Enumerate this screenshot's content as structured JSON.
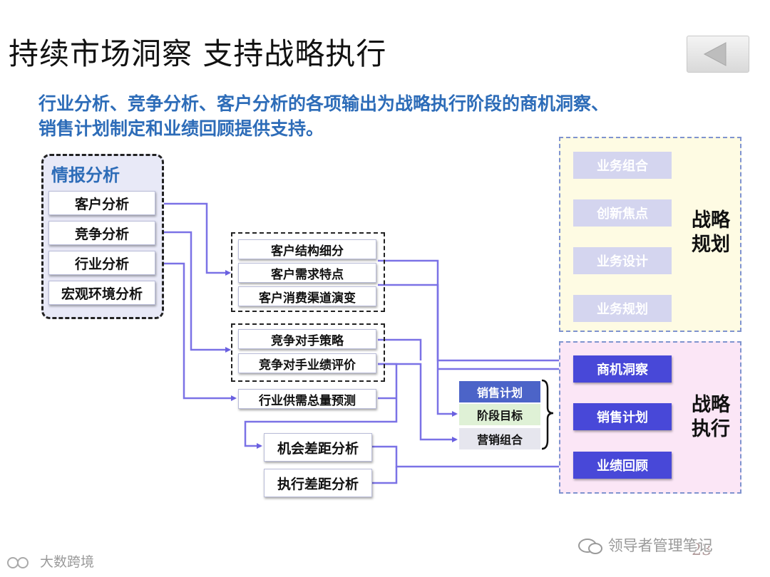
{
  "title": "持续市场洞察 支持战略执行",
  "subtitle": {
    "line1": "行业分析、竞争分析、客户分析的各项输出为战略执行阶段的商机洞察、",
    "line2": "销售计划制定和业绩回顾提供支持。"
  },
  "intel": {
    "title": "情报分析",
    "items": [
      "客户分析",
      "竞争分析",
      "行业分析",
      "宏观环境分析"
    ]
  },
  "customer_group": [
    "客户结构细分",
    "客户需求特点",
    "客户消费渠道演变"
  ],
  "competitor_group": [
    "竞争对手策略",
    "竞争对手业绩评价"
  ],
  "industry_forecast": "行业供需总量预测",
  "gap_analysis": [
    "机会差距分析",
    "执行差距分析"
  ],
  "sales_stack": [
    "销售计划",
    "阶段目标",
    "营销组合"
  ],
  "strategy_planning": {
    "label_line1": "战略",
    "label_line2": "规划",
    "steps": [
      "业务组合",
      "创新焦点",
      "业务设计",
      "业务规划"
    ]
  },
  "strategy_execution": {
    "label_line1": "战略",
    "label_line2": "执行",
    "steps": [
      "商机洞察",
      "销售计划",
      "业绩回顾"
    ]
  },
  "watermark_left": "大数跨境",
  "watermark_right": "领导者管理笔记",
  "page_number": "23",
  "colors": {
    "accent_blue": "#2d6cb8",
    "line_purple": "#7b72e6",
    "exec_box": "#4848d8",
    "plan_box": "#d4d5ef"
  }
}
